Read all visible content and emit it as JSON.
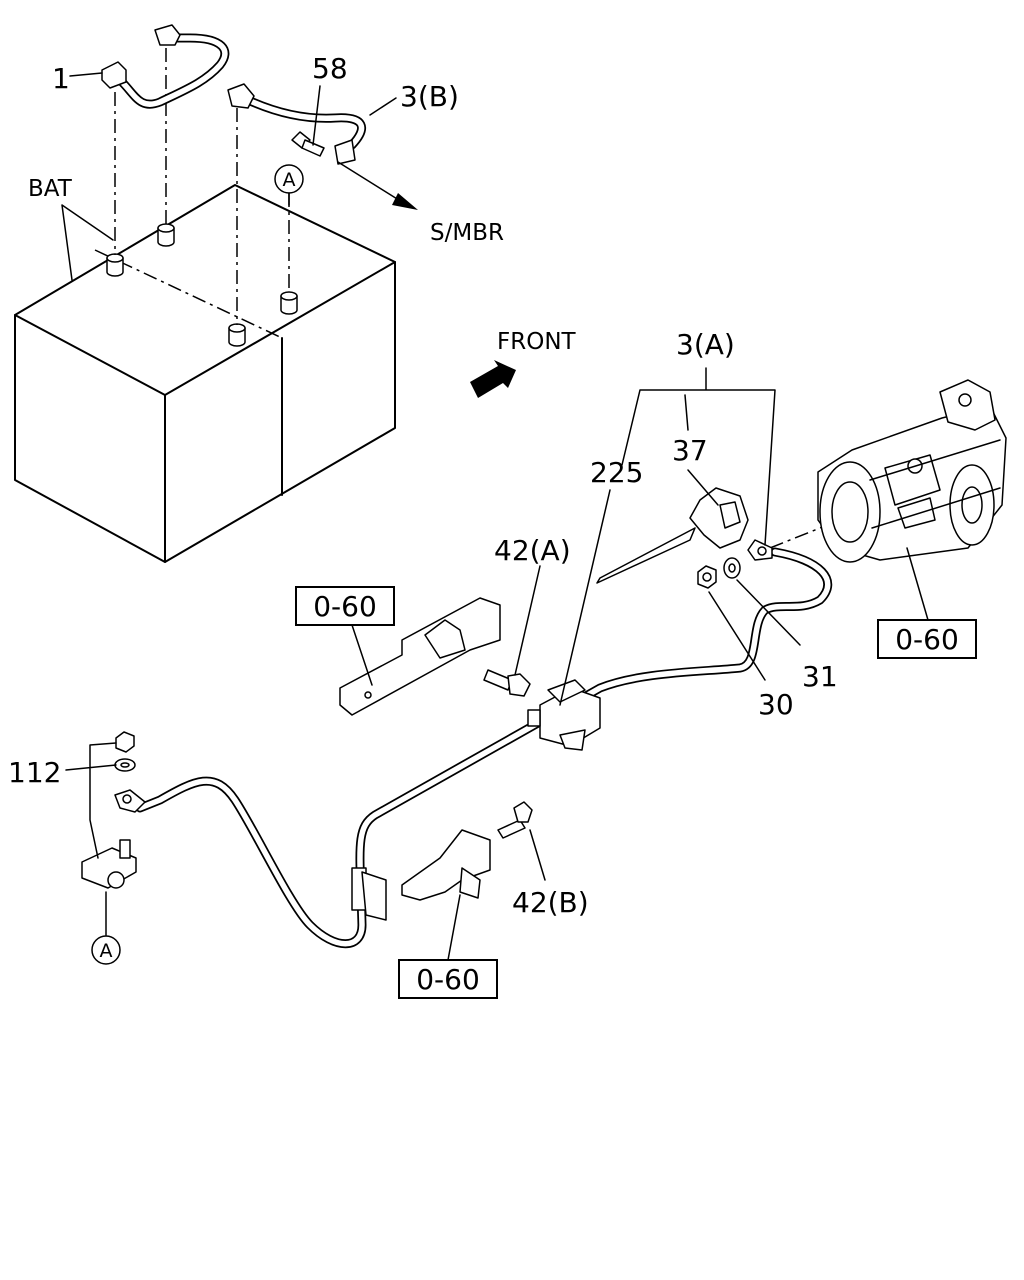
{
  "labels": {
    "p1": "1",
    "p58": "58",
    "p3b": "3(B)",
    "bat": "BAT",
    "smbr": "S/MBR",
    "front": "FRONT",
    "p3a": "3(A)",
    "p225": "225",
    "p37": "37",
    "p42a": "42(A)",
    "p112": "112",
    "p30": "30",
    "p31": "31",
    "p42b": "42(B)",
    "circA": "A"
  },
  "refs": {
    "left": "0-60",
    "right": "0-60",
    "bottom": "0-60"
  }
}
